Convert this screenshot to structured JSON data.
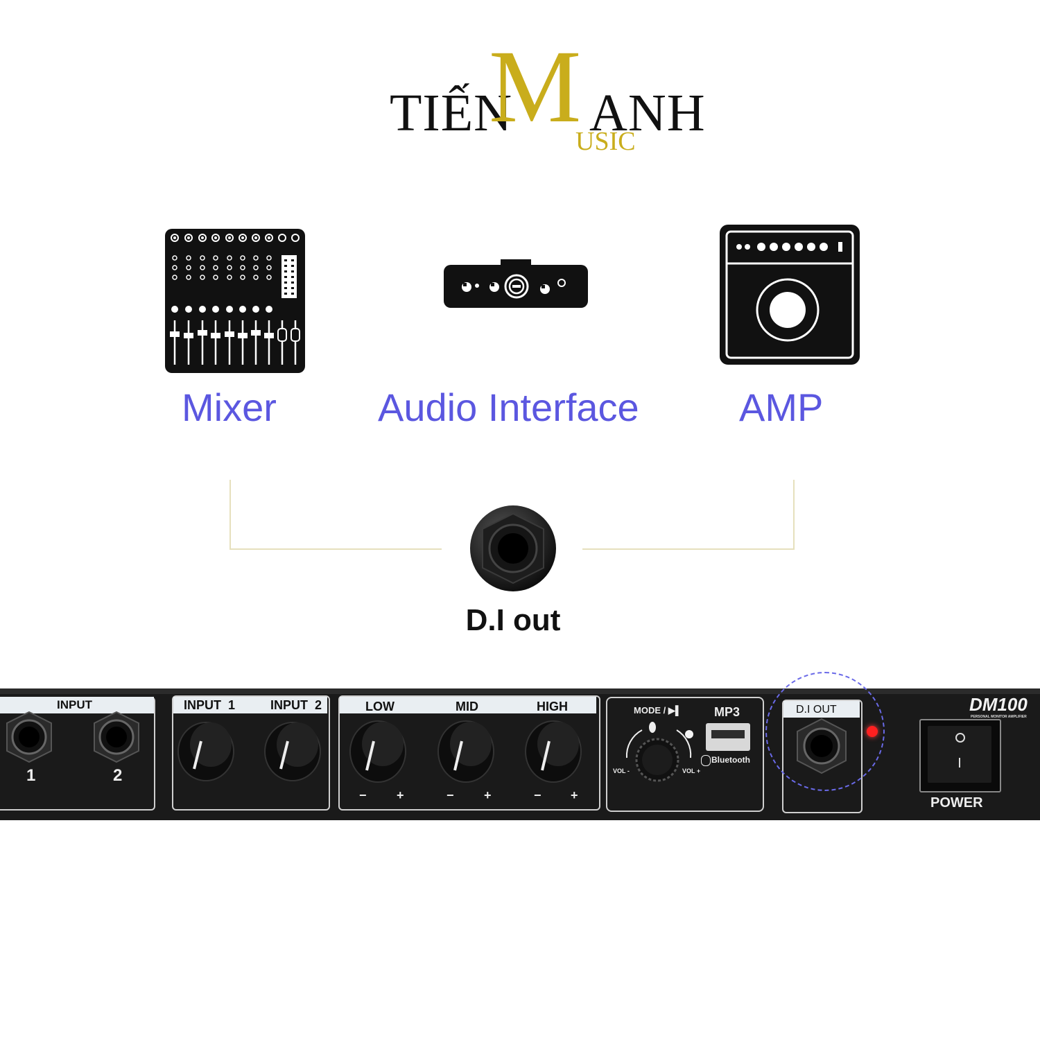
{
  "logo": {
    "part1": "TIẾN",
    "m_letter": "M",
    "part2": "ANH",
    "music_suffix": "USIC"
  },
  "devices": [
    {
      "label": "Mixer",
      "icon": "mixer-icon"
    },
    {
      "label": "Audio Interface",
      "icon": "audio-interface-icon"
    },
    {
      "label": "AMP",
      "icon": "amp-icon"
    }
  ],
  "di_out": {
    "label": "D.I out",
    "icon": "jack-socket-icon"
  },
  "panel": {
    "input_section": "INPUT",
    "input_nums": [
      "1",
      "2"
    ],
    "input1": "INPUT  1",
    "input2": "INPUT  2",
    "low": "LOW",
    "mid": "MID",
    "high": "HIGH",
    "mode": "MODE / ▶▌",
    "mp3": "MP3",
    "bluetooth": "Bluetooth",
    "vol_minus": "VOL -",
    "vol_plus": "VOL +",
    "di_out": "D.I OUT",
    "model": "DM100",
    "model_sub": "PERSONAL MONITOR AMPLIFIER",
    "power": "POWER",
    "minus": "−",
    "plus": "+"
  },
  "colors": {
    "label_blue": "#5b57e0",
    "logo_gold": "#c9ad1c",
    "highlight_circle": "#6a6ae8",
    "led_red": "#ff2020"
  }
}
